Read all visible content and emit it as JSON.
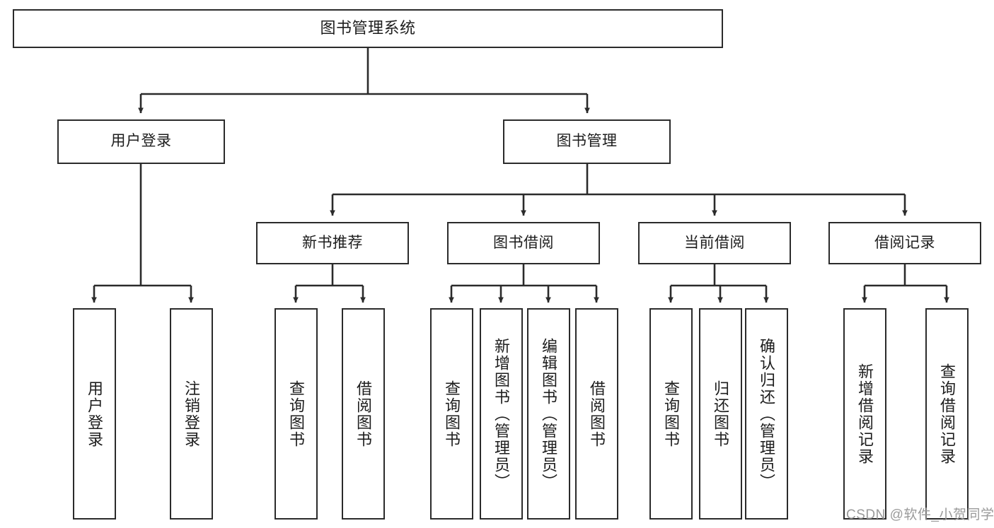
{
  "diagram": {
    "title": "图书管理系统",
    "type": "tree-hierarchy-diagram",
    "root": {
      "label": "图书管理系统"
    },
    "level2": [
      {
        "label": "用户登录"
      },
      {
        "label": "图书管理"
      }
    ],
    "level3": [
      {
        "label": "新书推荐"
      },
      {
        "label": "图书借阅"
      },
      {
        "label": "当前借阅"
      },
      {
        "label": "借阅记录"
      }
    ],
    "leaves": {
      "user_login": [
        {
          "label": "用户登录"
        },
        {
          "label": "注销登录"
        }
      ],
      "new_book_recommend": [
        {
          "label": "查询图书"
        },
        {
          "label": "借阅图书"
        }
      ],
      "book_borrow": [
        {
          "label": "查询图书"
        },
        {
          "label": "新增图书（管理员）"
        },
        {
          "label": "编辑图书（管理员）"
        },
        {
          "label": "借阅图书"
        }
      ],
      "current_borrow": [
        {
          "label": "查询图书"
        },
        {
          "label": "归还图书"
        },
        {
          "label": "确认归还（管理员）"
        }
      ],
      "borrow_records": [
        {
          "label": "新增借阅记录"
        },
        {
          "label": "查询借阅记录"
        }
      ]
    },
    "watermark": "CSDN @软件_小贺同学",
    "colors": {
      "stroke": "#2b2b2b",
      "fill": "#ffffff",
      "text": "#1d1d1d",
      "watermark": "#9a9a9a"
    }
  }
}
